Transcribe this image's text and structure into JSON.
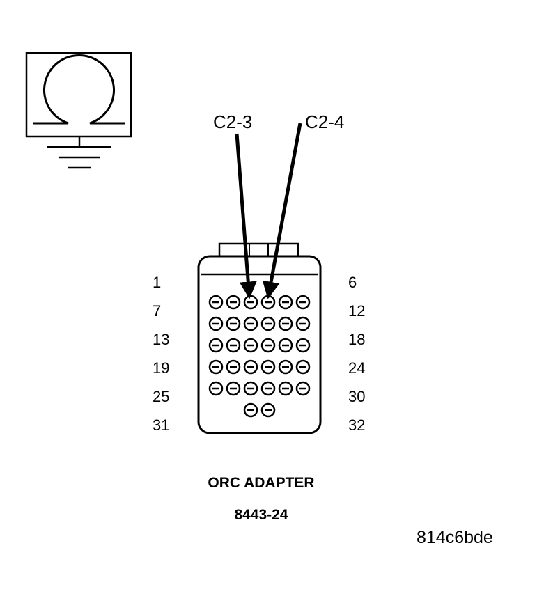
{
  "ohmmeter": {
    "icon": "ohm-symbol-with-ground"
  },
  "callouts": [
    {
      "label": "C2-3",
      "pin": 3
    },
    {
      "label": "C2-4",
      "pin": 4
    }
  ],
  "connector": {
    "row_labels_left": [
      "1",
      "7",
      "13",
      "19",
      "25",
      "31"
    ],
    "row_labels_right": [
      "6",
      "12",
      "18",
      "24",
      "30",
      "32"
    ],
    "pins_per_row": [
      6,
      6,
      6,
      6,
      6,
      2
    ]
  },
  "adapter_name": "ORC ADAPTER",
  "adapter_number": "8443-24",
  "reference_code": "814c6bde"
}
